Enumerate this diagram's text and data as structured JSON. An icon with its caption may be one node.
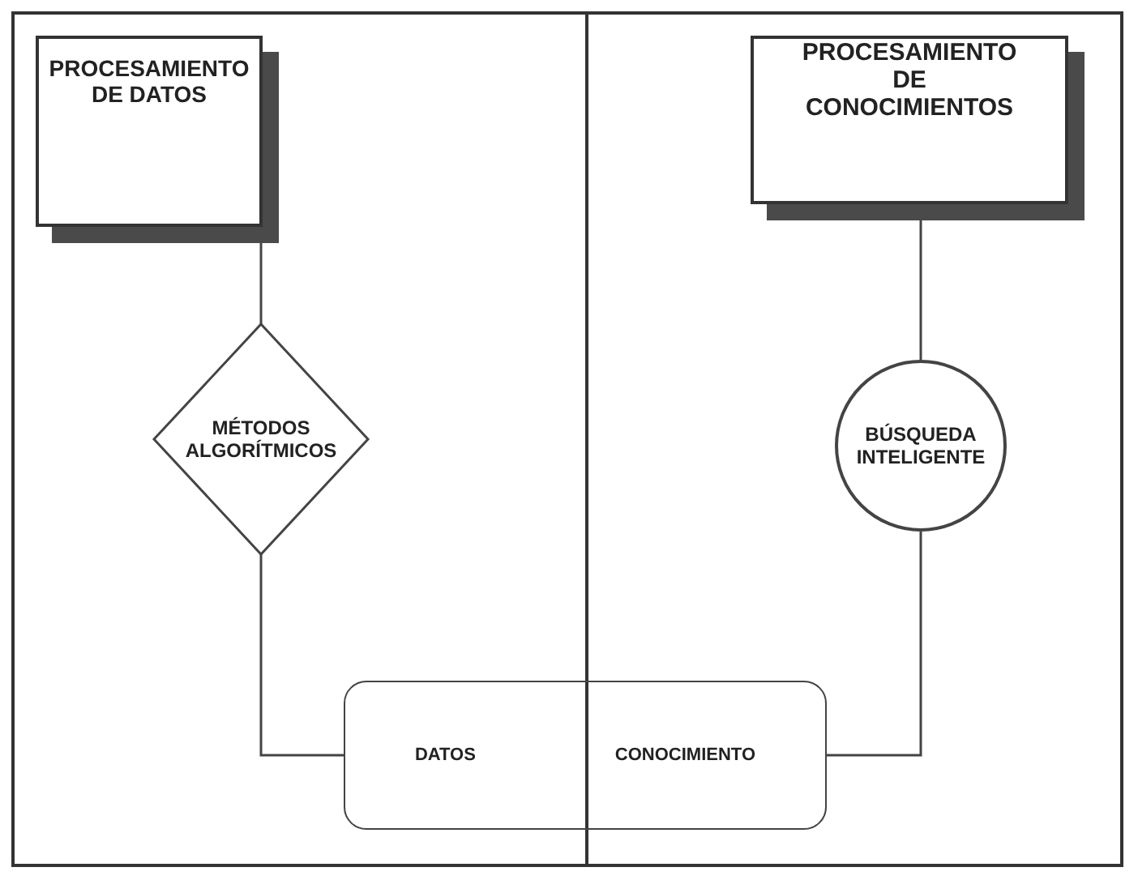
{
  "diagram": {
    "nodes": [
      {
        "text": [
          "PROCESAMIENTO DE DATOS"
        ]
      },
      {
        "text": [
          "MÉTODOS ALGORÍTMICOS"
        ]
      },
      {
        "text": [
          "PROCESAMIENTO DE CONOCIMIENTOS"
        ]
      },
      {
        "text": [
          "BÚSQUEDA INTELIGENTE"
        ]
      },
      {
        "text": [
          "DATOS",
          "CONOCIMIENTO"
        ]
      }
    ],
    "edges": [
      {
        "from": 0,
        "to": 1,
        "arrow": "none"
      },
      {
        "from": 1,
        "to": 4,
        "arrow": "none"
      },
      {
        "from": 2,
        "to": 3,
        "arrow": "none"
      },
      {
        "from": 3,
        "to": 4,
        "arrow": "none"
      }
    ]
  }
}
